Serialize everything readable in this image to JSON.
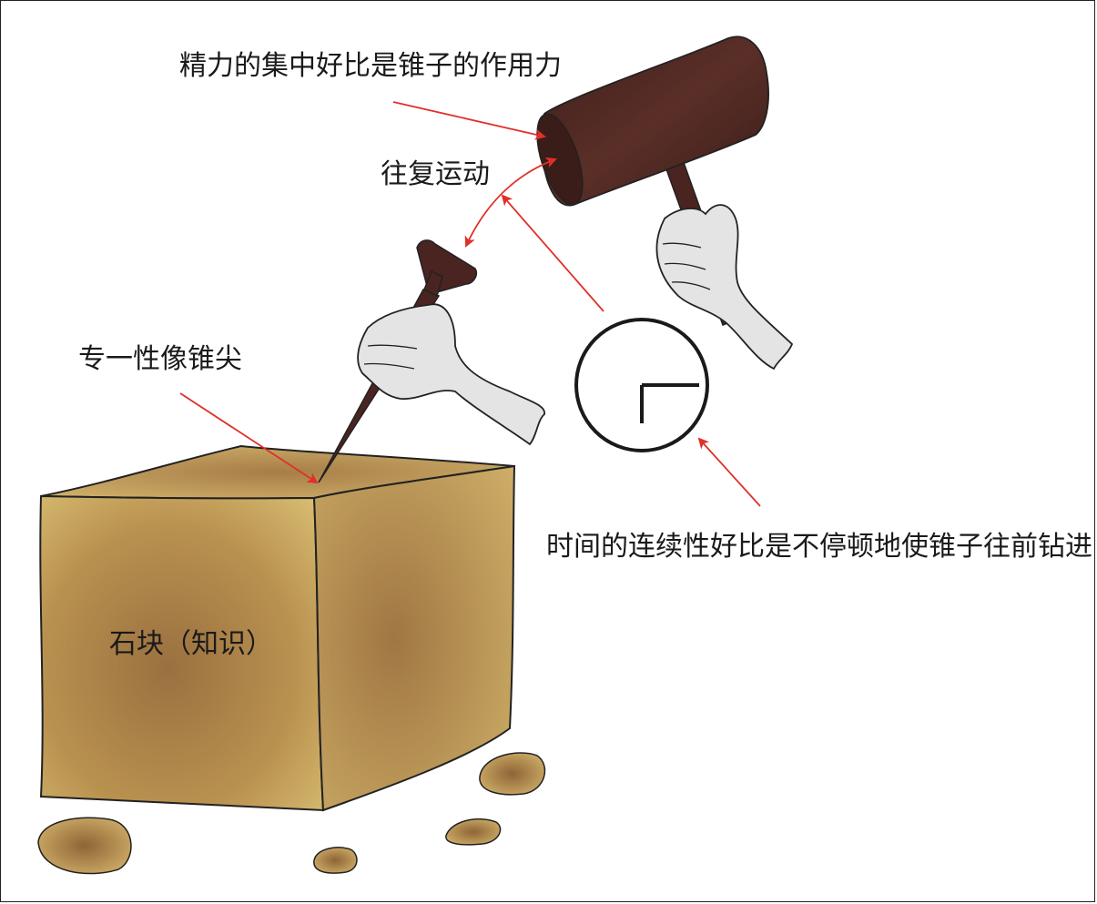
{
  "labels": {
    "concentration": "精力的集中好比是锥子的作用力",
    "reciprocating": "往复运动",
    "focus": "专一性像锥尖",
    "stone": "石块（知识）",
    "continuity": "时间的连续性好比是不停顿地使锥子往前钻进"
  },
  "colors": {
    "stone_light": "#d4b56e",
    "stone_dark": "#9a7040",
    "hammer": "#4a2420",
    "awl": "#4a2420",
    "glove": "#e4e4e4",
    "arrow": "#e0302a"
  }
}
